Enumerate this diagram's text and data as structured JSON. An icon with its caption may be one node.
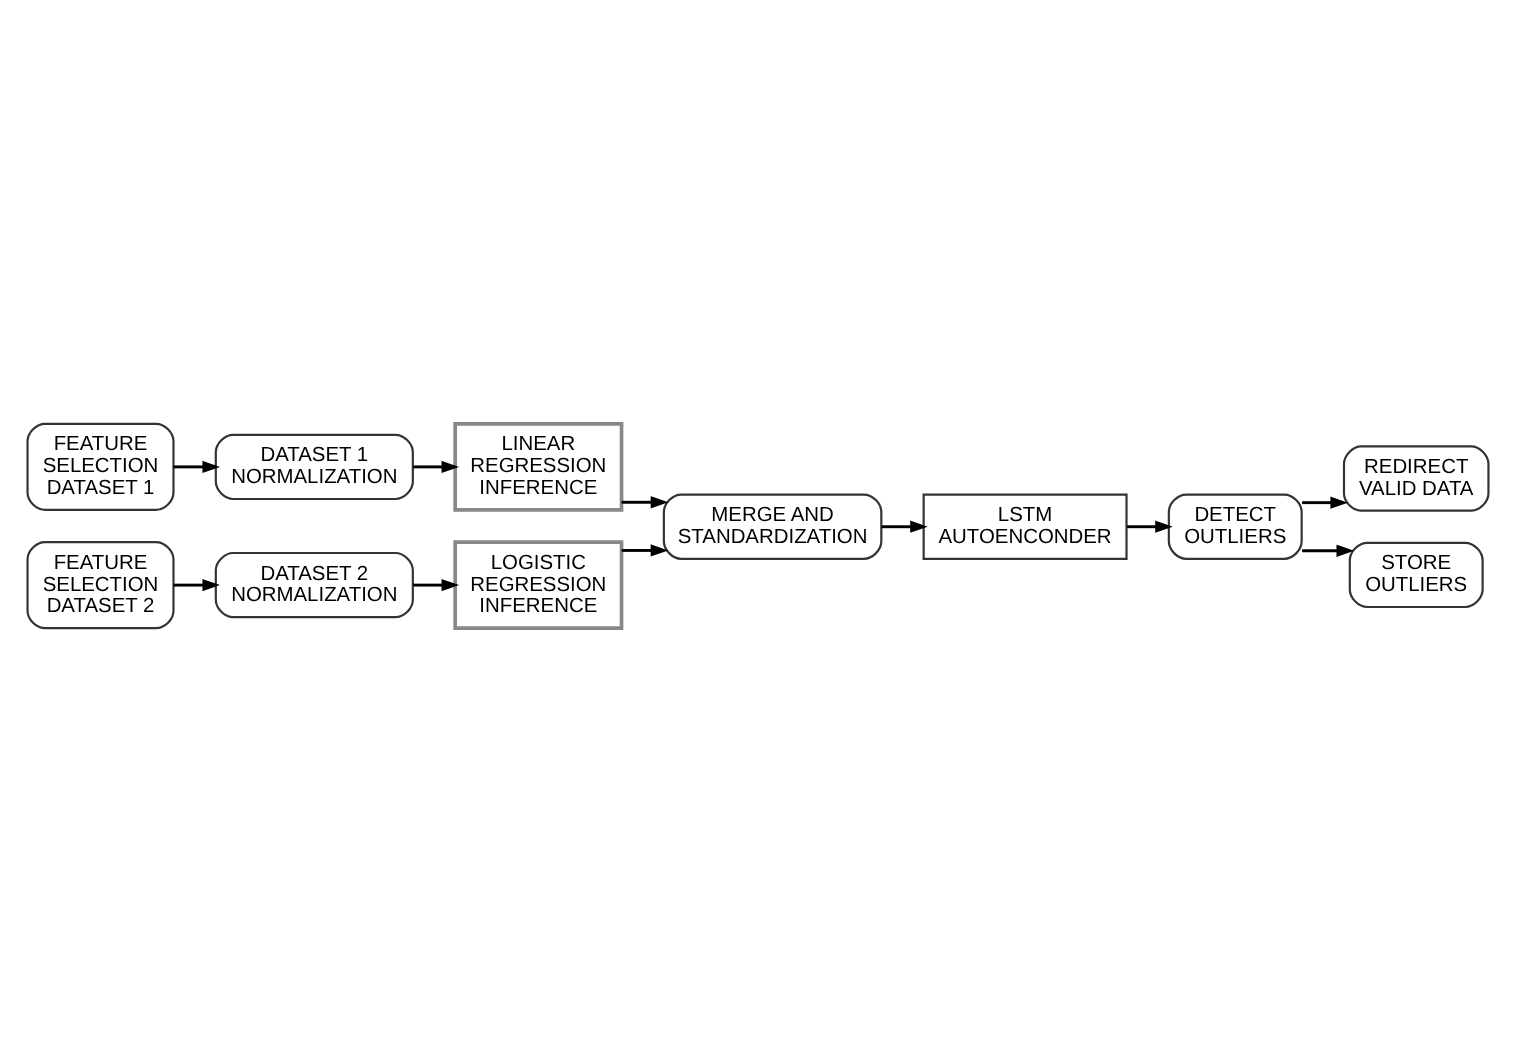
{
  "diagram": {
    "nodes": [
      {
        "text": [
          "FEATURE SELECTION DATASET 1"
        ]
      },
      {
        "text": [
          "DATASET 1 NORMALIZATION"
        ]
      },
      {
        "text": [
          "LINEAR REGRESSION INFERENCE"
        ]
      },
      {
        "text": [
          "FEATURE SELECTION DATASET 2"
        ]
      },
      {
        "text": [
          "DATASET 2 NORMALIZATION"
        ]
      },
      {
        "text": [
          "LOGISTIC REGRESSION INFERENCE"
        ]
      },
      {
        "text": [
          "MERGE AND STANDARDIZATION"
        ]
      },
      {
        "text": [
          "LSTM AUTOENCONDER"
        ]
      },
      {
        "text": [
          "DETECT OUTLIERS"
        ]
      },
      {
        "text": [
          "REDIRECT VALID DATA"
        ]
      },
      {
        "text": [
          "STORE OUTLIERS"
        ]
      }
    ],
    "edges": [
      {
        "from": 0,
        "to": 1,
        "arrow": "to"
      },
      {
        "from": 1,
        "to": 2,
        "arrow": "to"
      },
      {
        "from": 2,
        "to": 6,
        "arrow": "to"
      },
      {
        "from": 3,
        "to": 4,
        "arrow": "to"
      },
      {
        "from": 4,
        "to": 5,
        "arrow": "to"
      },
      {
        "from": 5,
        "to": 6,
        "arrow": "to"
      },
      {
        "from": 6,
        "to": 7,
        "arrow": "to"
      },
      {
        "from": 7,
        "to": 8,
        "arrow": "to"
      },
      {
        "from": 8,
        "to": 9,
        "arrow": "to"
      },
      {
        "from": 8,
        "to": 10,
        "arrow": "to"
      }
    ]
  }
}
